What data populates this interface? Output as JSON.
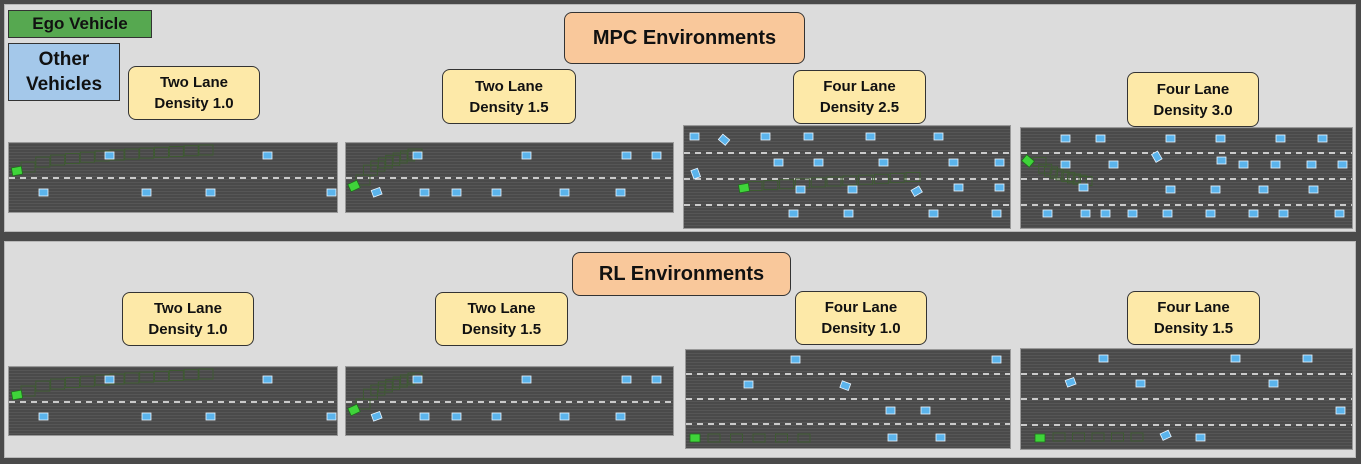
{
  "legend": {
    "ego": "Ego Vehicle",
    "other_line1": "Other",
    "other_line2": "Vehicles",
    "ego_color": "#56a850",
    "other_color": "#a4c8ea"
  },
  "sections": {
    "mpc": {
      "title": "MPC Environments",
      "envs": [
        {
          "lanes": "Two Lane",
          "density": "Density 1.0"
        },
        {
          "lanes": "Two Lane",
          "density": "Density 1.5"
        },
        {
          "lanes": "Four Lane",
          "density": "Density 2.5"
        },
        {
          "lanes": "Four Lane",
          "density": "Density 3.0"
        }
      ]
    },
    "rl": {
      "title": "RL Environments",
      "envs": [
        {
          "lanes": "Two Lane",
          "density": "Density 1.0"
        },
        {
          "lanes": "Two Lane",
          "density": "Density 1.5"
        },
        {
          "lanes": "Four Lane",
          "density": "Density 1.0"
        },
        {
          "lanes": "Four Lane",
          "density": "Density 1.5"
        }
      ]
    }
  },
  "colors": {
    "header_bg": "#f9c89b",
    "label_bg": "#fde9a8",
    "panel_bg": "#dcdcdc",
    "road": "#4a4a4a",
    "vehicle": "#5bb4ec",
    "ego_vehicle": "#3fd43a",
    "trajectory": "#3e5a32"
  }
}
